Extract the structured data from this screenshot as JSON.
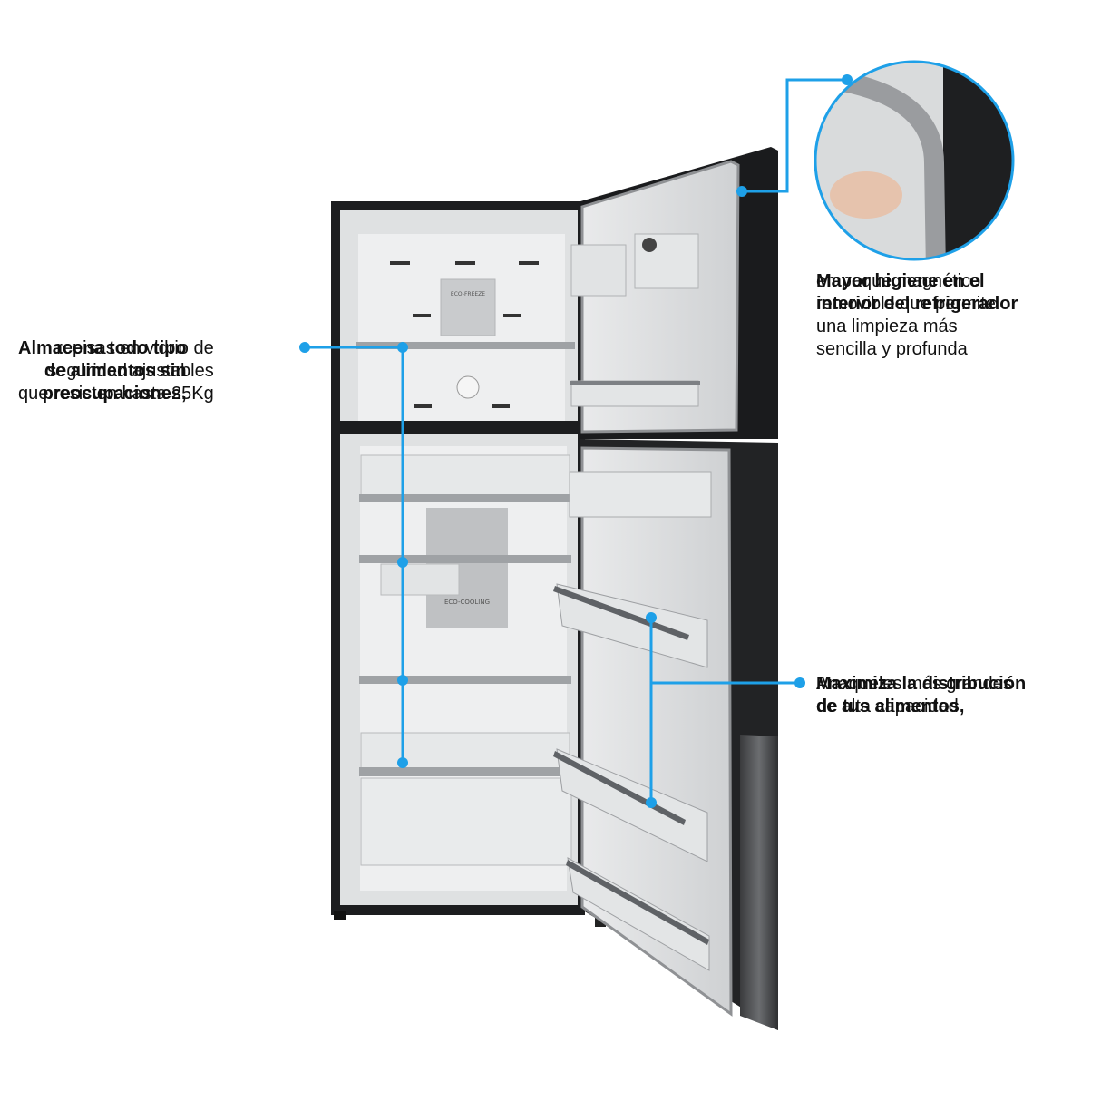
{
  "colors": {
    "accent": "#1ea0e8",
    "body": "#1b1b1b",
    "door_panel": "#202124",
    "interior": "#dcdedf",
    "interior_light": "#f1f2f2"
  },
  "interior_labels": {
    "eco_freeze": "ECO-FREEZE",
    "eco_cooling": "ECO-COOLING"
  },
  "callouts": {
    "shelves": {
      "title": "Almacena todo tipo\nde alimentos sin\npreocupaciones,",
      "text": "repisas en vidrio de\nseguridad ajustables\nque resisten hasta 25Kg"
    },
    "gasket": {
      "title": "Mayor higiene en el\ninterior del refrigerador",
      "text": "empaque magnético\nremovible que permite\nuna limpieza más\nsencilla y profunda"
    },
    "door_bins": {
      "title": "Maximiza la distribución\nde tus alimentos,",
      "text": "Anaqueles más grandes\nde alta capacidad"
    }
  }
}
